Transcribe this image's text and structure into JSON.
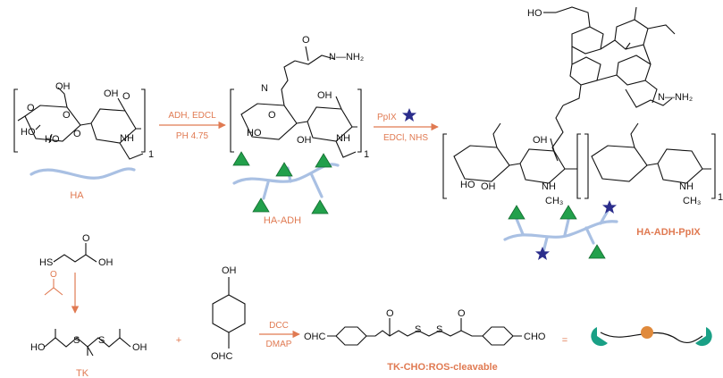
{
  "colors": {
    "accent": "#e07a52",
    "chain": "#a9c0e3",
    "triangle": "#22a04b",
    "star": "#2b2d8c",
    "circle": "#e08a3c",
    "pacman": "#1aa086"
  },
  "icons": [
    "green-triangle-adh-icon",
    "blue-star-pplx-icon",
    "orange-circle-icon",
    "teal-pacman-icon"
  ],
  "structures": {
    "ha": {
      "label": "HA",
      "repeat": "1",
      "atoms": {
        "oh1": "OH",
        "oh2": "OH",
        "oh3": "HO",
        "o1": "O",
        "o2": "O",
        "o3": "O",
        "o4": "O",
        "nh": "NH",
        "ho_left": "HO"
      }
    },
    "ha_adh": {
      "label": "HA-ADH",
      "repeat": "1",
      "hydrazide": "N—NH₂",
      "atoms": {
        "o_keto": "O",
        "nh": "N",
        "oh1": "OH",
        "oh2": "OH",
        "oh3": "HO",
        "nh2": "NH",
        "o_ring": "O"
      }
    },
    "ha_adh_pplx": {
      "label": "HA-ADH-PpIX",
      "repeat": "1",
      "acid": "HO",
      "hydrazide": "N—NH₂",
      "atoms": {
        "oh1": "OH",
        "oh2": "OH",
        "oh3": "HO",
        "nh": "NH",
        "ch3": "CH₃"
      }
    },
    "thiol": {
      "sh": "HS",
      "oh": "OH",
      "o": "O"
    },
    "acetone": {
      "o": "O"
    },
    "tk": {
      "label": "TK",
      "left": "HO",
      "right": "OH",
      "s": "S"
    },
    "hba": {
      "oh": "OH",
      "cho": "OHC"
    },
    "tk_cho": {
      "label": "TK-CHO:ROS-cleavable",
      "left": "OHC",
      "right": "CHO",
      "s": "S",
      "o": "O"
    }
  },
  "reagents": {
    "step1_top": "ADH, EDCL",
    "step1_bottom": "PH 4.75",
    "step2_top": "PpIX",
    "step2_bottom": "EDCl, NHS",
    "step3_top": "DCC",
    "step3_bottom": "DMAP"
  },
  "symbols": {
    "plus": "+",
    "equals": "="
  }
}
